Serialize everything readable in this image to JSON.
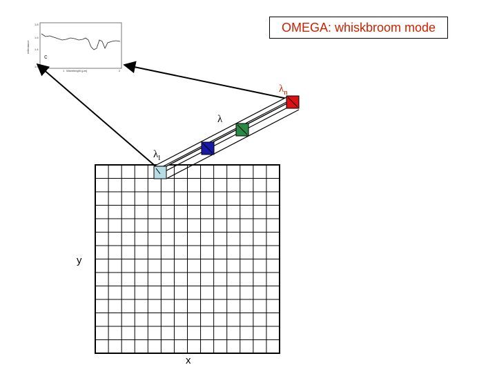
{
  "title": "OMEGA: whiskbroom mode",
  "labels": {
    "lambda_n_base": "λ",
    "lambda_n_sub": "n",
    "lambda_mid": "λ",
    "lambda_1_base": "λ",
    "lambda_1_sub": "l",
    "axis_y": "y",
    "axis_x": "x"
  },
  "inset_spectrum": {
    "panel_letter": "c",
    "ylabel": "reflectance",
    "xlabel": "Wavelength (μm)",
    "y_ticks": [
      "1.8",
      "1.6",
      "1.4",
      "1.2",
      "1.0"
    ],
    "x_ticks": [
      "1",
      "2"
    ]
  },
  "colors": {
    "title_text": "#cc2200",
    "pixel_first": "#b6dde3",
    "pixel_blue": "#1a1aa8",
    "pixel_green": "#2a8a45",
    "pixel_red": "#dd1111",
    "grid": "#000000"
  }
}
